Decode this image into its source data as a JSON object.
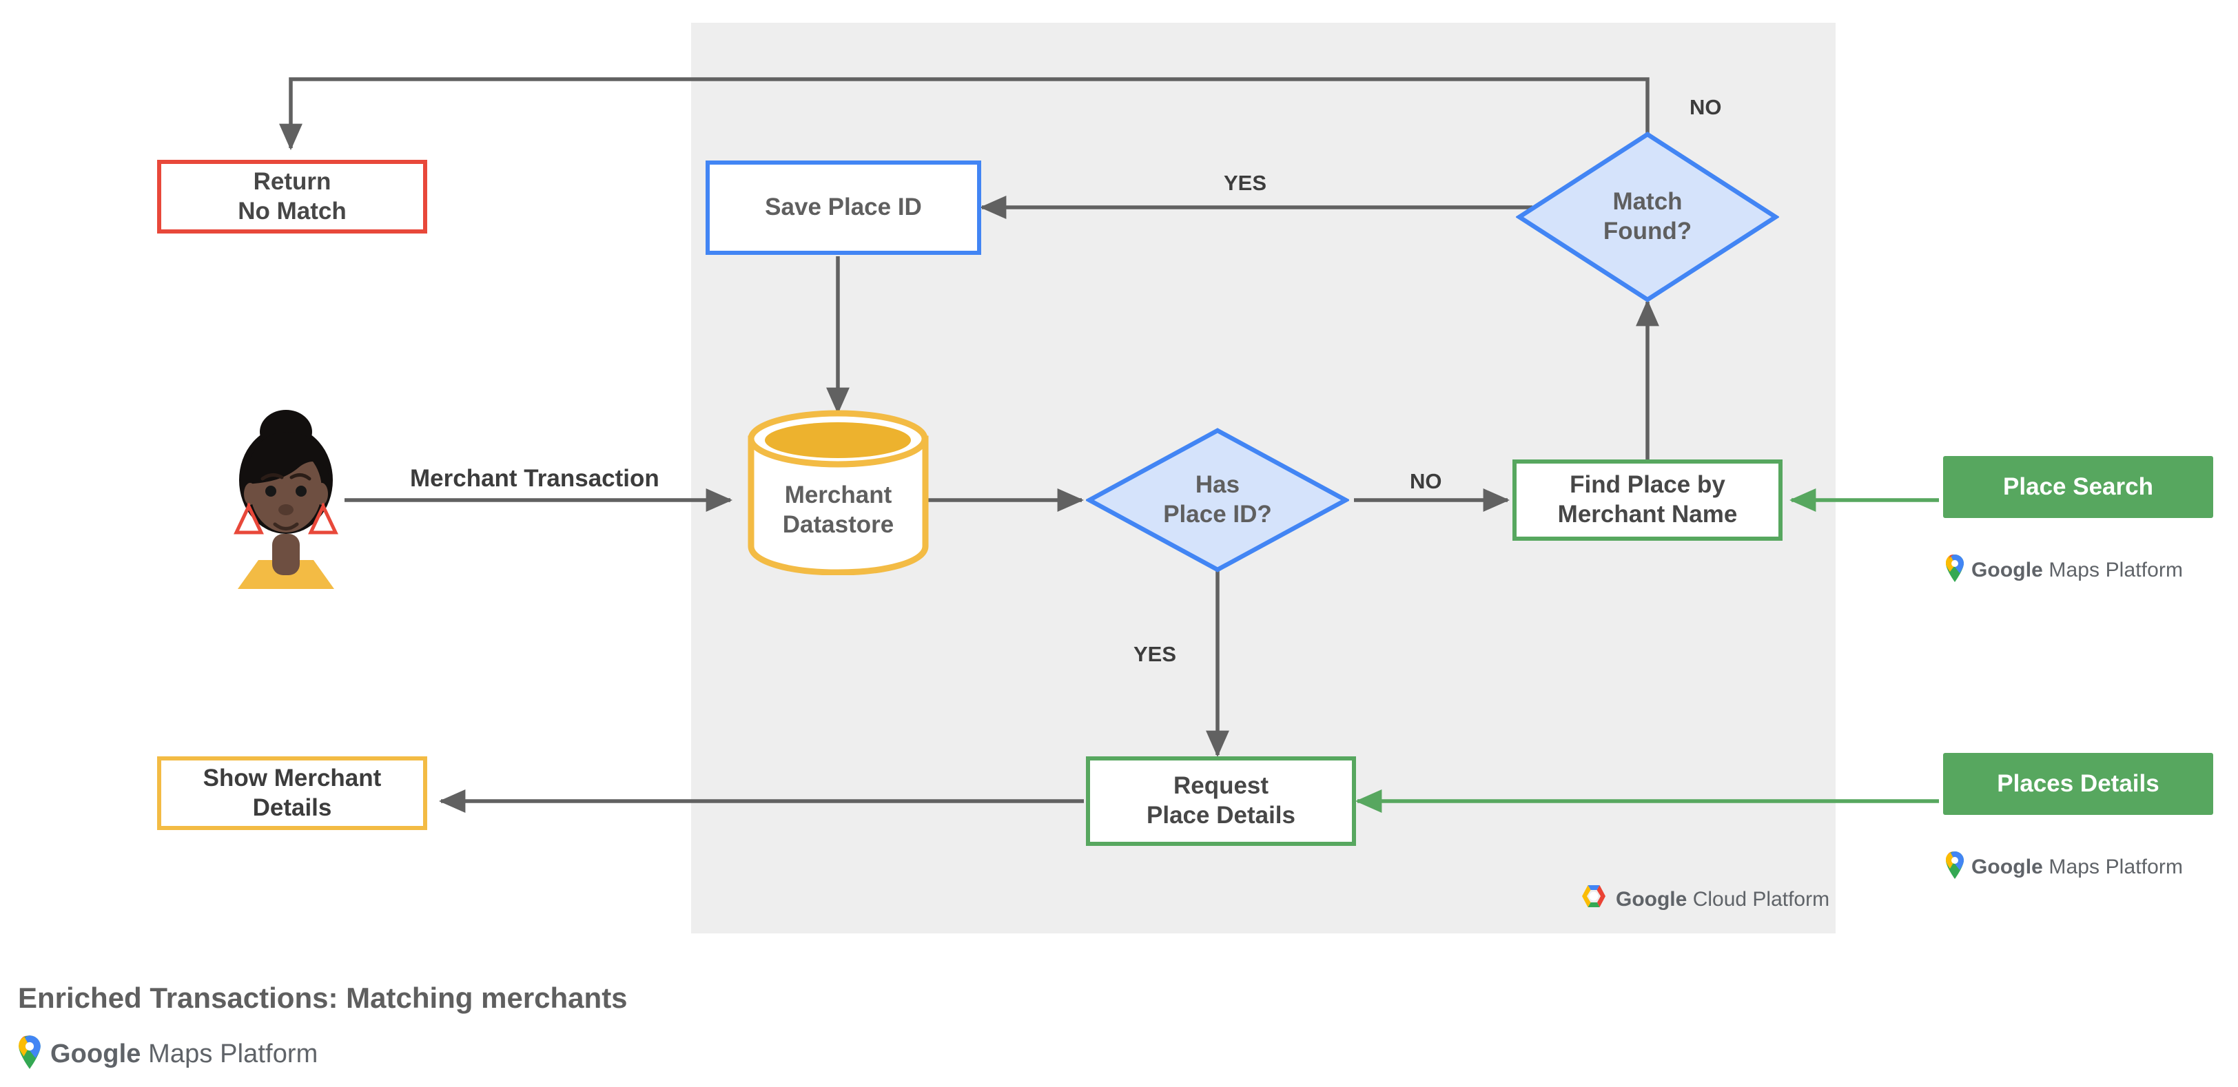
{
  "diagram": {
    "caption": "Enriched Transactions: Matching merchants",
    "brand": {
      "maps_platform": "Google Maps Platform",
      "maps_platform_google": "Google",
      "maps_platform_rest": "Maps Platform",
      "cloud_platform": "Google Cloud Platform",
      "cloud_platform_google": "Google",
      "cloud_platform_rest": "Cloud Platform"
    },
    "colors": {
      "panel": "#eeeeee",
      "red": "#E8483A",
      "blue": "#4285F4",
      "blue_fill": "#D5E3FB",
      "green": "#57A75F",
      "amber": "#F3BB44",
      "wire": "#616161",
      "text": "#5f5f5f"
    },
    "nodes": [
      {
        "id": "return-no-match",
        "label": "Return\nNo Match",
        "style": "red-outline"
      },
      {
        "id": "save-place-id",
        "label": "Save Place ID",
        "style": "blue-outline"
      },
      {
        "id": "match-found",
        "label": "Match\nFound?",
        "style": "blue-diamond"
      },
      {
        "id": "merchant-datastore",
        "label": "Merchant\nDatastore",
        "style": "amber-cylinder"
      },
      {
        "id": "has-place-id",
        "label": "Has\nPlace ID?",
        "style": "blue-diamond"
      },
      {
        "id": "find-place",
        "label": "Find Place by\nMerchant Name",
        "style": "green-outline"
      },
      {
        "id": "place-search",
        "label": "Place Search",
        "style": "green-solid"
      },
      {
        "id": "request-place-details",
        "label": "Request\nPlace Details",
        "style": "green-outline"
      },
      {
        "id": "places-details",
        "label": "Places Details",
        "style": "green-solid"
      },
      {
        "id": "show-merchant-details",
        "label": "Show Merchant\nDetails",
        "style": "amber-outline"
      }
    ],
    "edge_labels": [
      {
        "id": "merchant-transaction",
        "text": "Merchant Transaction"
      },
      {
        "id": "match-found-no",
        "text": "NO"
      },
      {
        "id": "match-found-yes",
        "text": "YES"
      },
      {
        "id": "has-place-id-no",
        "text": "NO"
      },
      {
        "id": "has-place-id-yes",
        "text": "YES"
      }
    ]
  }
}
